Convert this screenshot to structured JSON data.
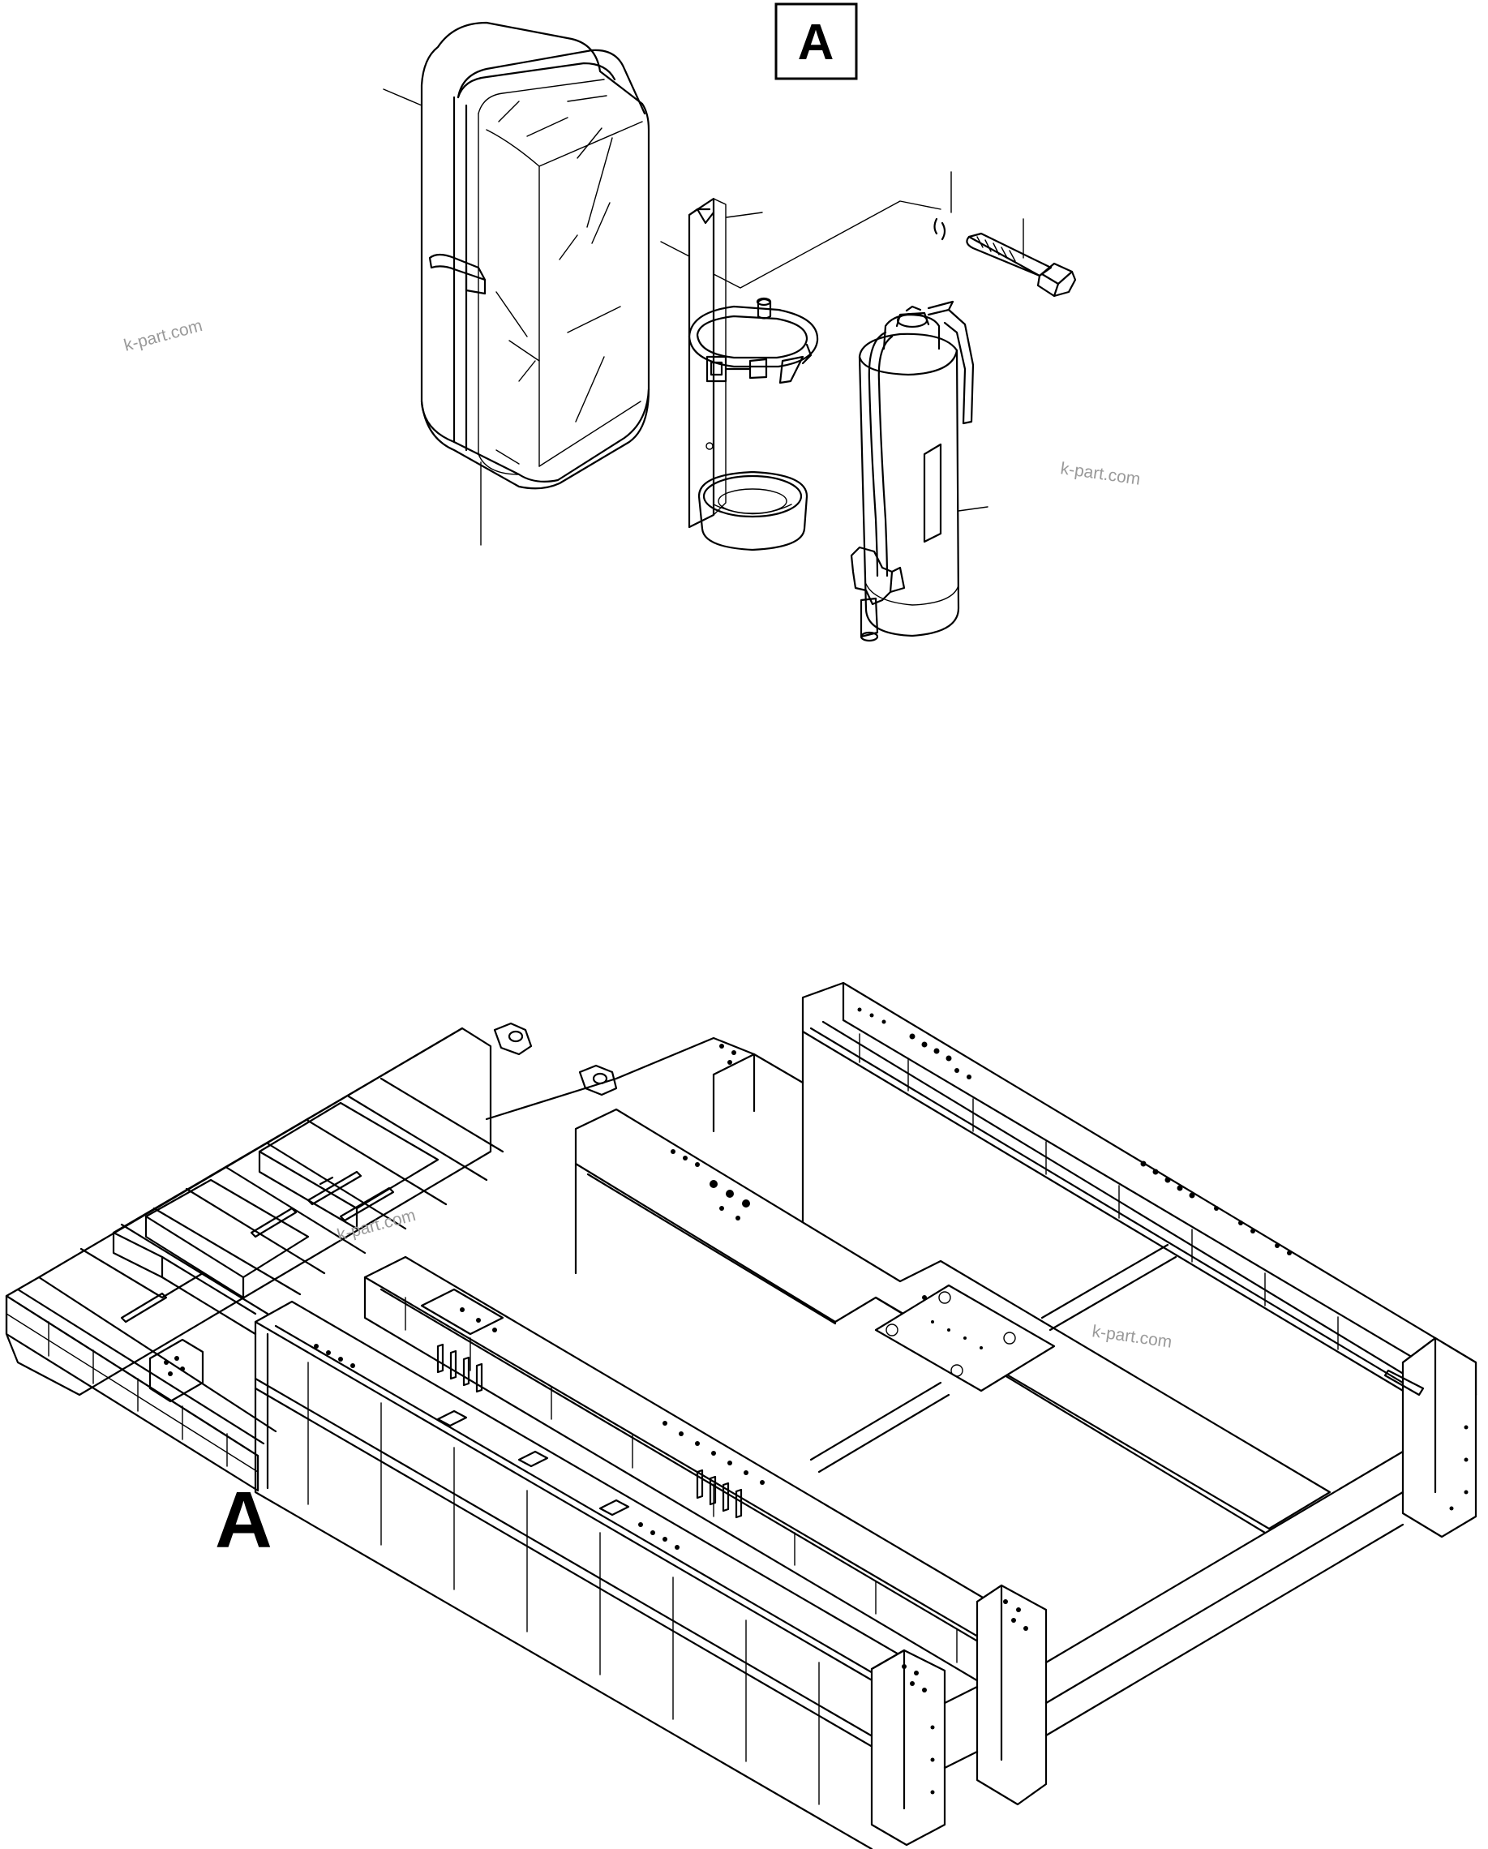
{
  "detail_label": "A",
  "view_label": "A",
  "watermarks": [
    "k-part.com",
    "k-part.com",
    "k-part.com",
    "k-part.com"
  ],
  "colors": {
    "line": "#000000",
    "background": "#ffffff",
    "watermark": "#9a9a9a"
  },
  "icons": {
    "detail_parts": [
      "extinguisher-cover-icon",
      "mounting-bracket-icon",
      "bolt-icon",
      "fire-extinguisher-icon"
    ],
    "assembly": "cab-floor-frame-icon"
  }
}
